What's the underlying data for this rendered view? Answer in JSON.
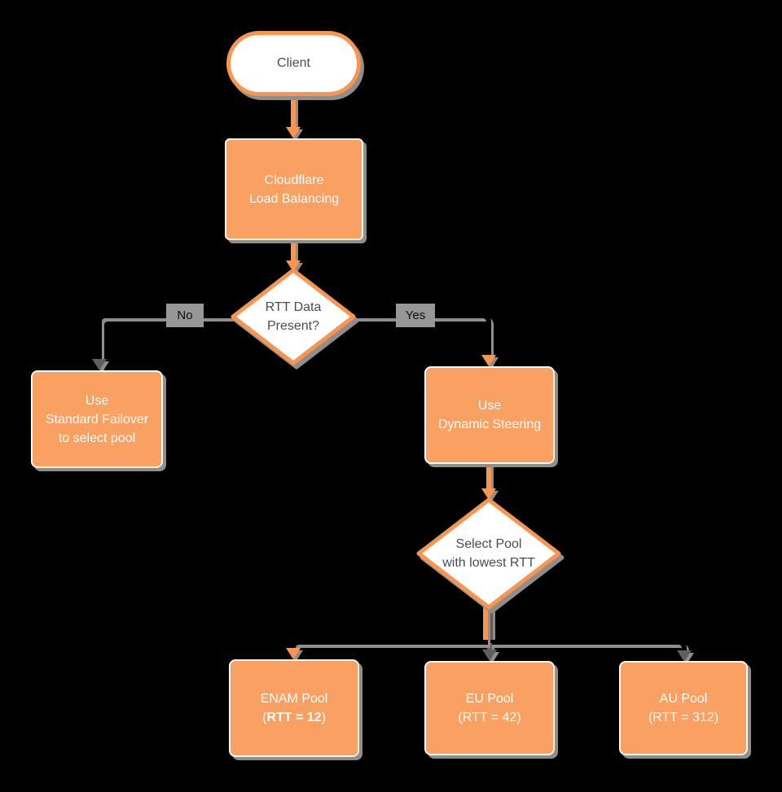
{
  "title": "Cloudflare Load Balancing flowchart",
  "colors": {
    "background": "#000000",
    "orange_fill": "#F9A162",
    "orange_line": "#F79551",
    "gray_line": "#5F5F5F",
    "shadow": "#8E8E8E",
    "box_text": "#FDFDFD",
    "dark_text": "#484B50",
    "edge_label_bg": "#969696",
    "edge_label_text": "#0D0D0D"
  },
  "nodes": {
    "client": {
      "label": "Client"
    },
    "load_balancing": {
      "line1": "Cloudflare",
      "line2": "Load Balancing"
    },
    "rtt_decision": {
      "line1": "RTT Data",
      "line2": "Present?"
    },
    "standard_failover": {
      "line1": "Use",
      "line2": "Standard Failover",
      "line3": "to select pool"
    },
    "dynamic_steering": {
      "line1": "Use",
      "line2": "Dynamic Steering"
    },
    "select_pool": {
      "line1": "Select Pool",
      "line2": "with lowest RTT"
    },
    "enam_pool": {
      "line1": "ENAM Pool",
      "paren_open": "(",
      "rtt_bold": "RTT = 12",
      "paren_close": ")"
    },
    "eu_pool": {
      "line1": "EU Pool",
      "line2": "(RTT = 42)"
    },
    "au_pool": {
      "line1": "AU Pool",
      "line2": "(RTT = 312)"
    }
  },
  "edges": {
    "no_label": "No",
    "yes_label": "Yes"
  }
}
